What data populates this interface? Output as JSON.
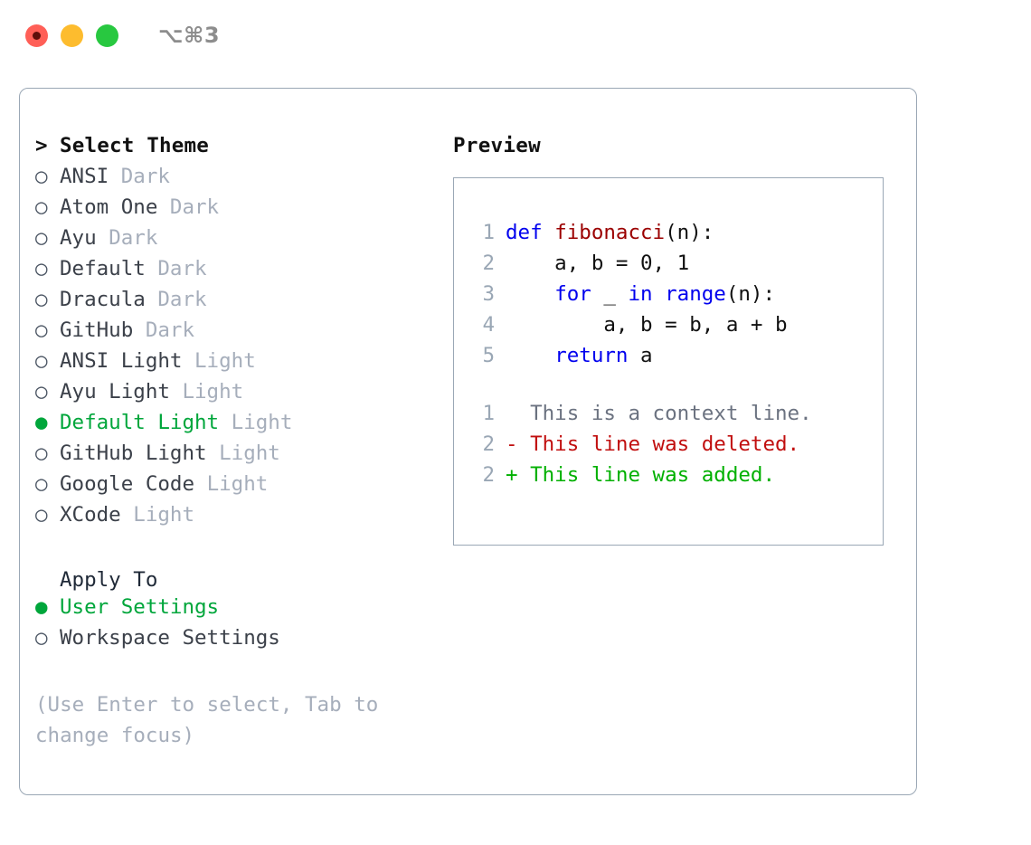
{
  "titlebar": {
    "shortcut": "⌥⌘3",
    "dots": [
      {
        "name": "close",
        "color": "#ff5f57"
      },
      {
        "name": "minimize",
        "color": "#fdbc2e"
      },
      {
        "name": "maximize",
        "color": "#28c840"
      }
    ]
  },
  "theme_picker": {
    "heading_marker": ">",
    "heading": "Select Theme",
    "marker_selected": "●",
    "marker_unselected": "○",
    "items": [
      {
        "label": "ANSI",
        "tag": "Dark",
        "selected": false
      },
      {
        "label": "Atom One",
        "tag": "Dark",
        "selected": false
      },
      {
        "label": "Ayu",
        "tag": "Dark",
        "selected": false
      },
      {
        "label": "Default",
        "tag": "Dark",
        "selected": false
      },
      {
        "label": "Dracula",
        "tag": "Dark",
        "selected": false
      },
      {
        "label": "GitHub",
        "tag": "Dark",
        "selected": false
      },
      {
        "label": "ANSI Light",
        "tag": "Light",
        "selected": false
      },
      {
        "label": "Ayu Light",
        "tag": "Light",
        "selected": false
      },
      {
        "label": "Default Light",
        "tag": "Light",
        "selected": true
      },
      {
        "label": "GitHub Light",
        "tag": "Light",
        "selected": false
      },
      {
        "label": "Google Code",
        "tag": "Light",
        "selected": false
      },
      {
        "label": "XCode",
        "tag": "Light",
        "selected": false
      }
    ]
  },
  "apply_to": {
    "heading": "Apply To",
    "items": [
      {
        "label": "User Settings",
        "selected": true
      },
      {
        "label": "Workspace Settings",
        "selected": false
      }
    ]
  },
  "hint": "(Use Enter to select, Tab to change focus)",
  "preview": {
    "title": "Preview",
    "code_lines": [
      {
        "lineno": "1",
        "tokens": [
          {
            "t": "def ",
            "c": "kw"
          },
          {
            "t": "fibonacci",
            "c": "fn"
          },
          {
            "t": "(n):",
            "c": "pln"
          }
        ]
      },
      {
        "lineno": "2",
        "tokens": [
          {
            "t": "    a, b = ",
            "c": "pln"
          },
          {
            "t": "0",
            "c": "num"
          },
          {
            "t": ", ",
            "c": "pln"
          },
          {
            "t": "1",
            "c": "num"
          }
        ]
      },
      {
        "lineno": "3",
        "tokens": [
          {
            "t": "    ",
            "c": "pln"
          },
          {
            "t": "for",
            "c": "kw"
          },
          {
            "t": " _ ",
            "c": "pln"
          },
          {
            "t": "in",
            "c": "kw"
          },
          {
            "t": " ",
            "c": "pln"
          },
          {
            "t": "range",
            "c": "kw"
          },
          {
            "t": "(n):",
            "c": "pln"
          }
        ]
      },
      {
        "lineno": "4",
        "tokens": [
          {
            "t": "        a, b = b, a + b",
            "c": "pln"
          }
        ]
      },
      {
        "lineno": "5",
        "tokens": [
          {
            "t": "    ",
            "c": "pln"
          },
          {
            "t": "return",
            "c": "kw"
          },
          {
            "t": " a",
            "c": "pln"
          }
        ]
      }
    ],
    "diff_lines": [
      {
        "lineno": "1",
        "sign": " ",
        "text": " This is a context line.",
        "kind": "ctx"
      },
      {
        "lineno": "2",
        "sign": "-",
        "text": " This line was deleted.",
        "kind": "del"
      },
      {
        "lineno": "2",
        "sign": "+",
        "text": " This line was added.",
        "kind": "add"
      }
    ]
  },
  "colors": {
    "accent_green": "#00a63b",
    "muted": "#a6aebb",
    "keyword_blue": "#0000ee",
    "function_red": "#9b0000",
    "diff_delete": "#c10f0f",
    "diff_add": "#00b000",
    "border": "#9aa7b5"
  }
}
